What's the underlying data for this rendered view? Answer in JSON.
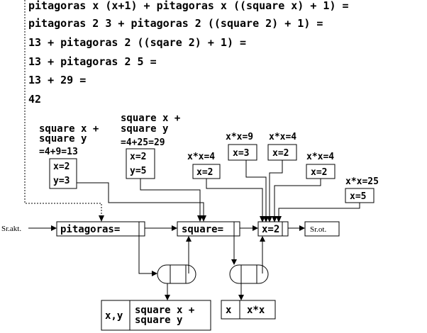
{
  "steps": [
    "pitagoras x (x+1) + pitagoras x ((square x) + 1) =",
    "pitagoras 2 3 + pitagoras 2 ((square 2) + 1) =",
    "13 + pitagoras 2 ((sqare 2) + 1) =",
    "13 + pitagoras 2 5  =",
    "13 + 29 =",
    "42"
  ],
  "notes": {
    "sum_a_line1": "square x +",
    "sum_a_line2": "square y",
    "sum_a_line3": "=4+9=13",
    "sum_b_line1": "square x +",
    "sum_b_line2": "square y",
    "sum_b_line3": "=4+25=29",
    "sq1": "x*x=4",
    "sq2": "x*x=9",
    "sq3": "x*x=4",
    "sq4": "x*x=4",
    "sq5": "x*x=25"
  },
  "bindings": {
    "a_x": "x=2",
    "a_y": "y=3",
    "b_x": "x=2",
    "b_y": "y=5",
    "s1": "x=2",
    "s2": "x=3",
    "s3": "x=2",
    "s4": "x=2",
    "s5": "x=5",
    "sq_center": "x=2"
  },
  "nodes": {
    "pitagoras": "pitagoras=",
    "square": "square=",
    "sr_akt": "Sr.akt.",
    "sr_ot": "Sr.ot."
  },
  "tables": {
    "pit_params": "x,y",
    "pit_body_1": "square x +",
    "pit_body_2": "square y",
    "sq_params": "x",
    "sq_body": "x*x"
  }
}
